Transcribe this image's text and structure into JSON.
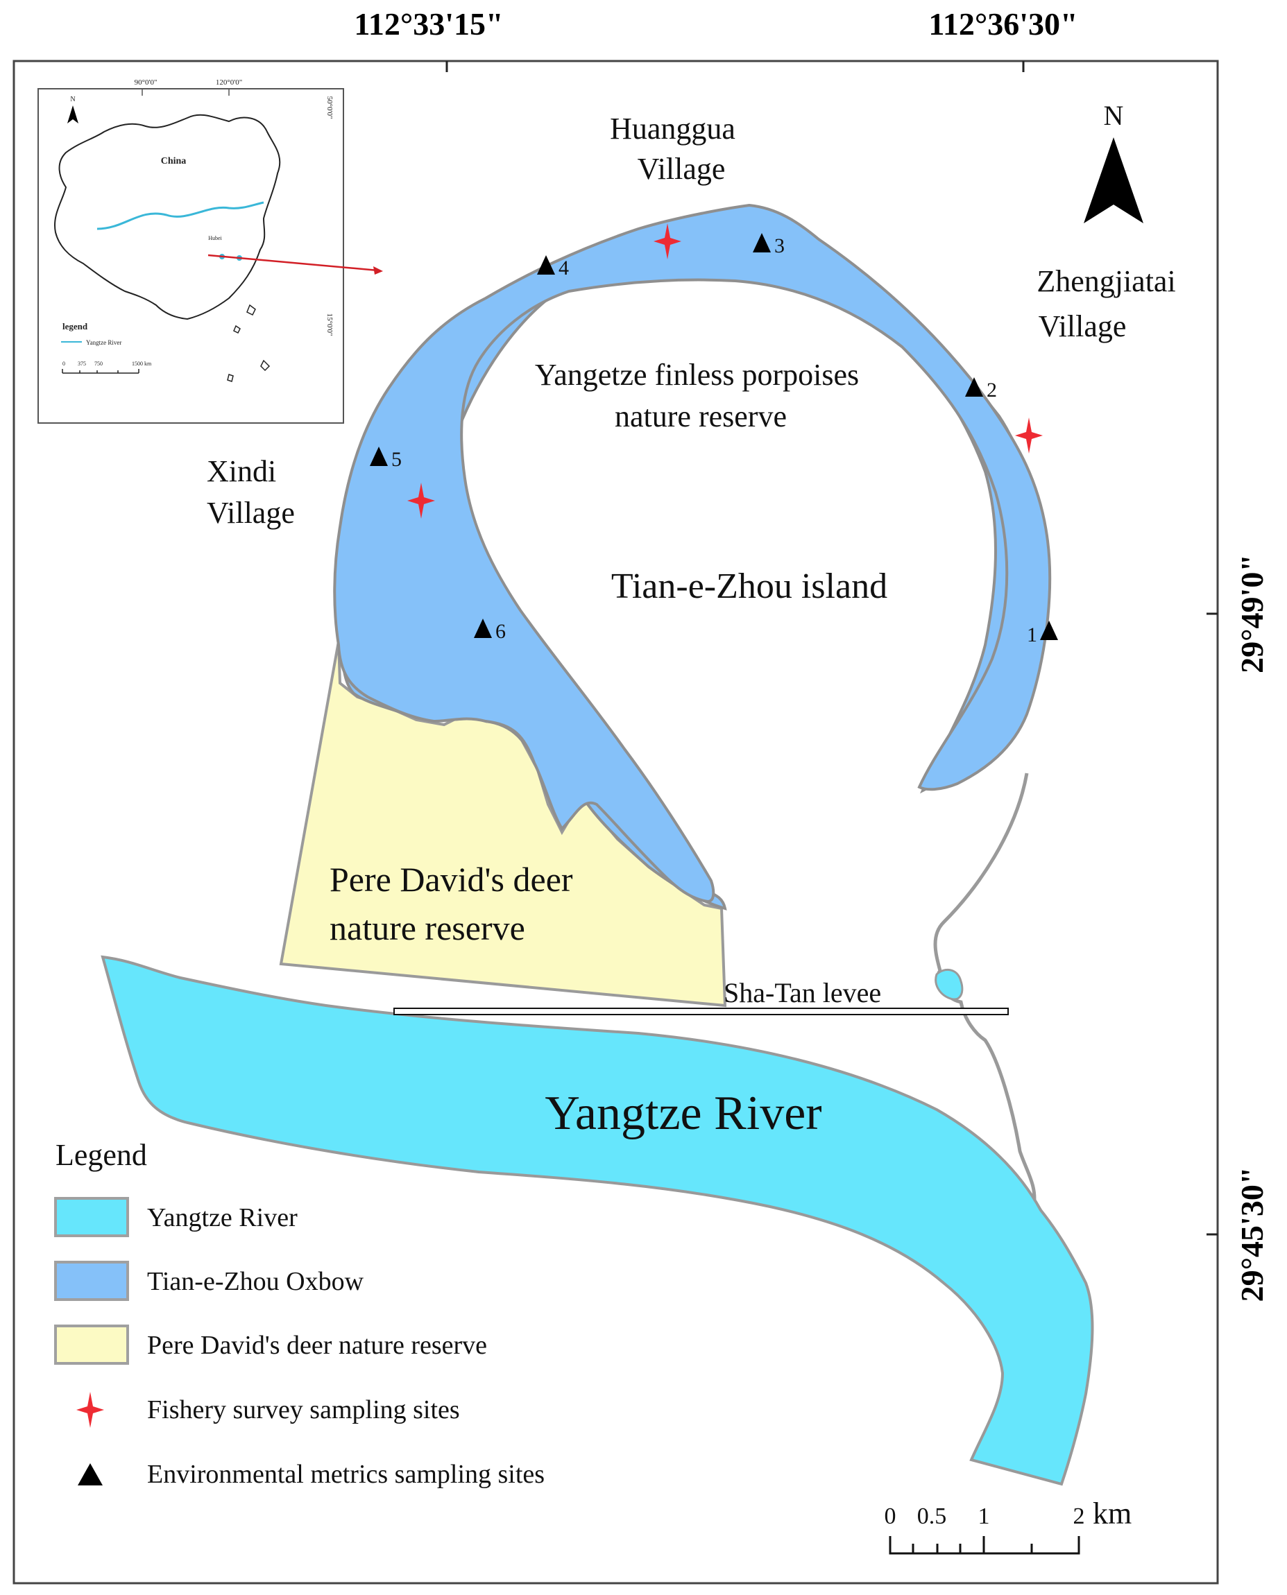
{
  "coordinates": {
    "top": [
      "112°33'15\"",
      "112°36'30\""
    ],
    "right": [
      "29°49'0\"",
      "29°45'30\""
    ]
  },
  "north_arrow": {
    "label": "N"
  },
  "inset": {
    "longitudes": [
      "90°0'0\"",
      "120°0'0\""
    ],
    "latitudes": [
      "50°0'0\"",
      "15°0'0\""
    ],
    "country": "China",
    "province": "Hubei",
    "north": "N",
    "legend_title": "legend",
    "legend_item": "Yangtze River",
    "scale": [
      "0",
      "375",
      "750",
      "1500 km"
    ]
  },
  "places": {
    "huanggua": [
      "Huanggua",
      "Village"
    ],
    "zhengjiatai": [
      "Zhengjiatai",
      "Village"
    ],
    "xindi": [
      "Xindi",
      "Village"
    ],
    "porpoise_reserve": [
      "Yangetze finless porpoises",
      "nature reserve"
    ],
    "island": "Tian-e-Zhou island",
    "deer_reserve": [
      "Pere David's deer",
      "nature reserve"
    ],
    "levee": "Sha-Tan levee",
    "river": "Yangtze River"
  },
  "sites": [
    {
      "id": "1",
      "kind": "environmental"
    },
    {
      "id": "2",
      "kind": "environmental"
    },
    {
      "id": "3",
      "kind": "environmental"
    },
    {
      "id": "4",
      "kind": "environmental"
    },
    {
      "id": "5",
      "kind": "environmental"
    },
    {
      "id": "6",
      "kind": "environmental"
    }
  ],
  "legend": {
    "title": "Legend",
    "items": [
      {
        "label": "Yangtze River",
        "color": "#66e6fc"
      },
      {
        "label": "Tian-e-Zhou Oxbow",
        "color": "#85c1f9"
      },
      {
        "label": "Pere David's deer nature reserve",
        "color": "#fcfac4"
      },
      {
        "label": "Fishery survey sampling sites",
        "color": "#ee2b33"
      },
      {
        "label": "Environmental metrics sampling sites",
        "color": "#000000"
      }
    ]
  },
  "scale_bar": {
    "ticks": [
      "0",
      "0.5",
      "1",
      "2"
    ],
    "unit": "km"
  }
}
